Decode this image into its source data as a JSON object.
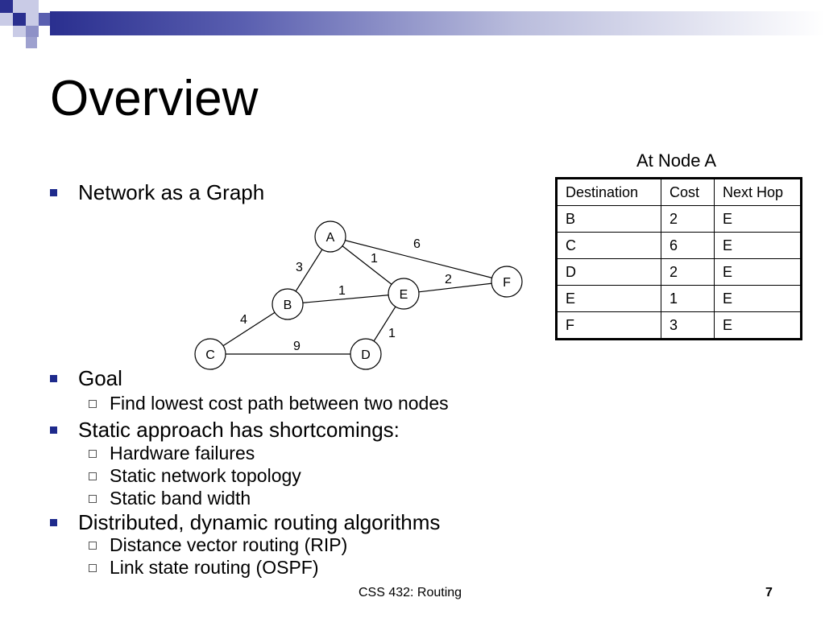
{
  "slide": {
    "title": "Overview",
    "footer": "CSS 432: Routing",
    "page_number": "7"
  },
  "bullets": [
    {
      "text": "Network as a Graph",
      "sub": []
    },
    {
      "text": "Goal",
      "sub": [
        "Find lowest cost path between two nodes"
      ]
    },
    {
      "text": "Static approach has shortcomings:",
      "sub": [
        "Hardware failures",
        "Static network topology",
        "Static band width"
      ]
    },
    {
      "text": "Distributed, dynamic routing algorithms",
      "sub": [
        "Distance vector routing (RIP)",
        "Link state routing (OSPF)"
      ]
    }
  ],
  "graph": {
    "nodes": [
      "A",
      "B",
      "C",
      "D",
      "E",
      "F"
    ],
    "edges": [
      {
        "from": "A",
        "to": "B",
        "cost": "3"
      },
      {
        "from": "A",
        "to": "E",
        "cost": "1"
      },
      {
        "from": "A",
        "to": "F",
        "cost": "6"
      },
      {
        "from": "B",
        "to": "E",
        "cost": "1"
      },
      {
        "from": "B",
        "to": "C",
        "cost": "4"
      },
      {
        "from": "E",
        "to": "F",
        "cost": "2"
      },
      {
        "from": "E",
        "to": "D",
        "cost": "1"
      },
      {
        "from": "C",
        "to": "D",
        "cost": "9"
      }
    ]
  },
  "routing_table": {
    "caption": "At Node A",
    "headers": [
      "Destination",
      "Cost",
      "Next Hop"
    ],
    "rows": [
      [
        "B",
        "2",
        "E"
      ],
      [
        "C",
        "6",
        "E"
      ],
      [
        "D",
        "2",
        "E"
      ],
      [
        "E",
        "1",
        "E"
      ],
      [
        "F",
        "3",
        "E"
      ]
    ]
  },
  "colors": {
    "bullet_marker": "#1e2a8c",
    "header_dark": "#2a2f8f",
    "header_mid": "#9ea1cf"
  }
}
